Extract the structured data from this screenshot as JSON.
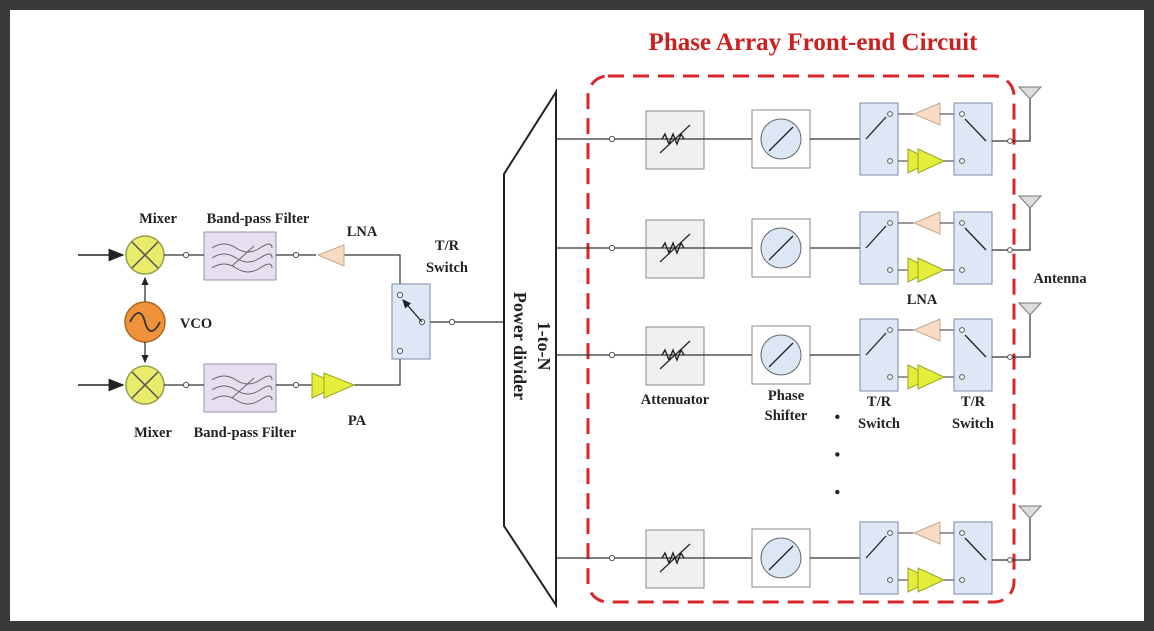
{
  "title": "Phase Array Front-end Circuit",
  "labels": {
    "mixer_top": "Mixer",
    "bpf_top": "Band-pass Filter",
    "lna_left": "LNA",
    "vco": "VCO",
    "mixer_bottom": "Mixer",
    "bpf_bottom": "Band-pass Filter",
    "pa": "PA",
    "tr_switch_left_1": "T/R",
    "tr_switch_left_2": "Switch",
    "divider_1": "1-to-N",
    "divider_2": "Power divider",
    "attenuator": "Attenuator",
    "phase_shifter_1": "Phase",
    "phase_shifter_2": "Shifter",
    "tr_switch_a_1": "T/R",
    "tr_switch_a_2": "Switch",
    "tr_switch_b_1": "T/R",
    "tr_switch_b_2": "Switch",
    "lna_right": "LNA",
    "antenna": "Antenna",
    "ellipsis": "• • •"
  },
  "colors": {
    "frame_dashed": "#d9262b",
    "title": "#cc1f1f",
    "mixer_fill": "#e9ec6b",
    "vco_fill": "#f0923a",
    "bpf_fill": "#e7dff0",
    "switch_fill": "#dfe6f5",
    "atten_fill": "#f0f0f0",
    "shifter_circle": "#dce6f5",
    "pa_fill": "#e4ee3a",
    "lna_fill": "#f6dcc4"
  }
}
